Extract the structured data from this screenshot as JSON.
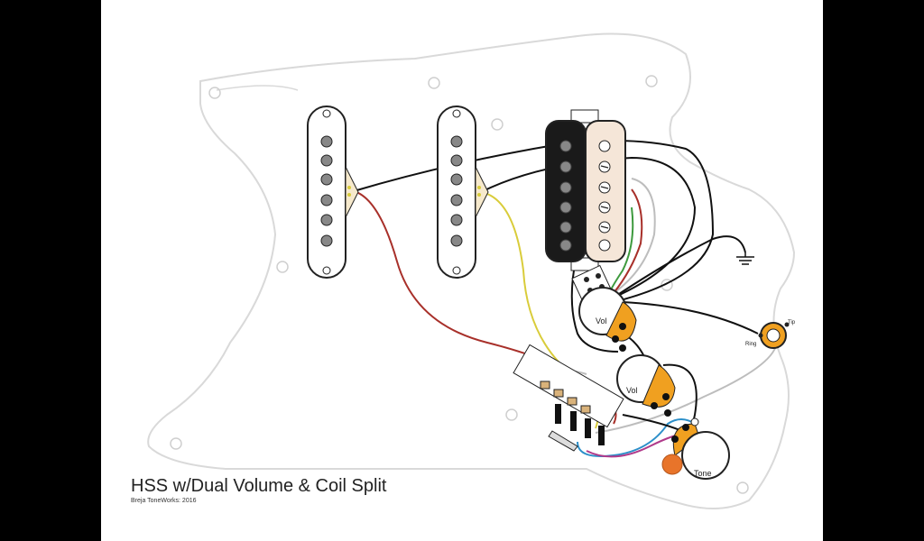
{
  "diagram": {
    "title": "HSS w/Dual Volume & Coil Split",
    "credit": "Breja ToneWorks: 2016",
    "labels": {
      "vol_1": "Vol",
      "vol_2": "Vol",
      "tone": "Tone",
      "jack_tip": "Tip",
      "jack_ring": "Ring"
    },
    "colors": {
      "background": "#ffffff",
      "letterbox": "#000000",
      "pickguard_outline": "#d9d9d9",
      "humbucker_dark_coil": "#1a1a1a",
      "humbucker_light_coil": "#f5e6d8",
      "pot_body": "#f0a020",
      "cap": "#e8742a",
      "wire_red": "#a8302a",
      "wire_yellow": "#d9cc3a",
      "wire_black": "#111111",
      "wire_white": "#bdbdbd",
      "wire_green": "#3e9a3e",
      "wire_blue": "#2c8fc9",
      "wire_magenta": "#b03a8a"
    }
  }
}
